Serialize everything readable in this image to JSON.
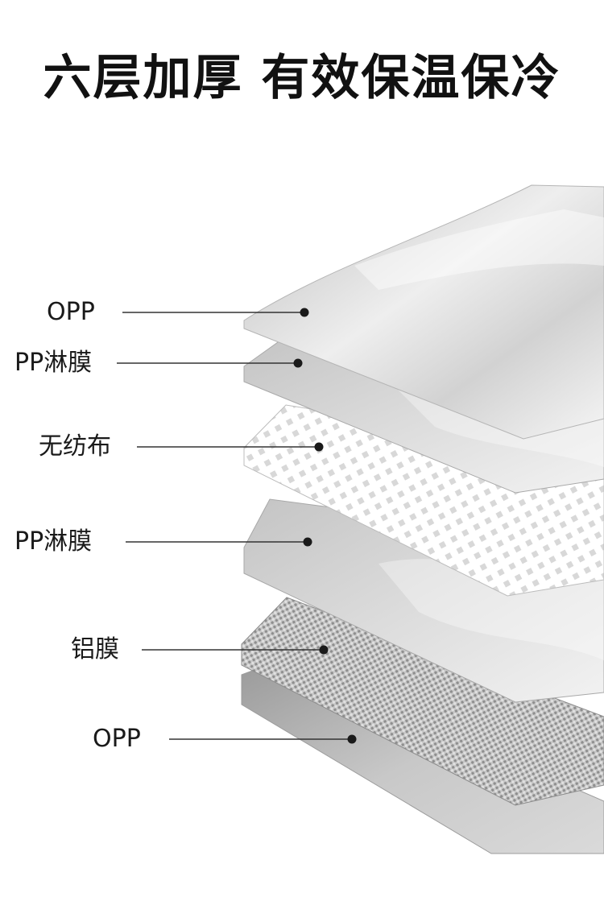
{
  "headline": "六层加厚 有效保温保冷",
  "layers": [
    {
      "id": "layer-1",
      "label": "OPP"
    },
    {
      "id": "layer-2",
      "label": "PP淋膜"
    },
    {
      "id": "layer-3",
      "label": "无纺布"
    },
    {
      "id": "layer-4",
      "label": "PP淋膜"
    },
    {
      "id": "layer-5",
      "label": "铝膜"
    },
    {
      "id": "layer-6",
      "label": "OPP"
    }
  ]
}
